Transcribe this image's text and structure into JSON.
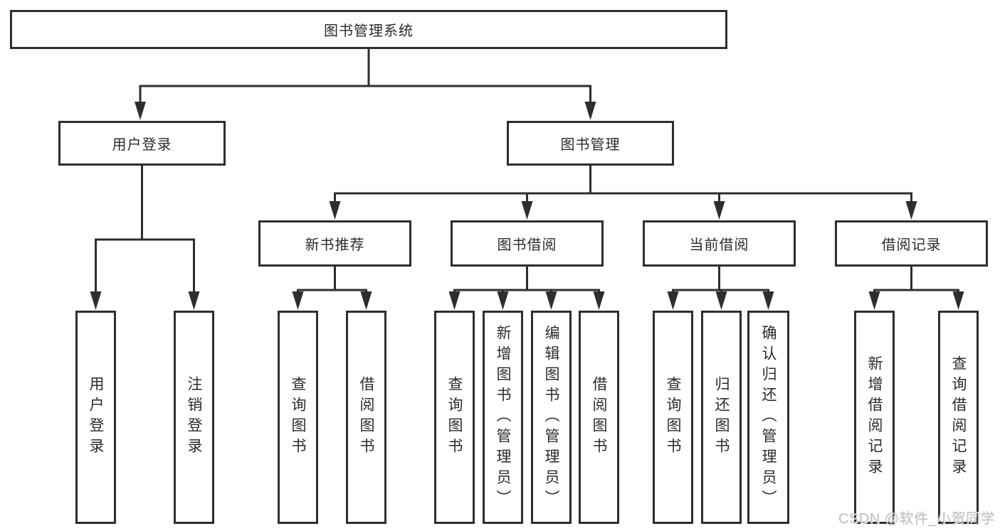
{
  "title": {
    "label": "图书管理系统"
  },
  "level2": {
    "user_login": {
      "label": "用户登录"
    },
    "book_management": {
      "label": "图书管理"
    }
  },
  "level3": {
    "new_book_recommend": {
      "label": "新书推荐"
    },
    "book_borrow": {
      "label": "图书借阅"
    },
    "current_borrow": {
      "label": "当前借阅"
    },
    "borrow_record": {
      "label": "借阅记录"
    }
  },
  "leaves": {
    "user_login_children": [
      {
        "label": "用户登录"
      },
      {
        "label": "注销登录"
      }
    ],
    "new_book_children": [
      {
        "label": "查询图书"
      },
      {
        "label": "借阅图书"
      }
    ],
    "book_borrow_children": [
      {
        "label": "查询图书"
      },
      {
        "label": "新增图书（管理员）"
      },
      {
        "label": "编辑图书（管理员）"
      },
      {
        "label": "借阅图书"
      }
    ],
    "current_borrow_children": [
      {
        "label": "查询图书"
      },
      {
        "label": "归还图书"
      },
      {
        "label": "确认归还（管理员）"
      }
    ],
    "borrow_record_children": [
      {
        "label": "新增借阅记录"
      },
      {
        "label": "查询借阅记录"
      }
    ]
  },
  "watermark": {
    "text": "CSDN @软件_小贺同学"
  },
  "colors": {
    "line": "#2e2e2e",
    "text": "#2b2b2b",
    "watermark": "#c2c2c2",
    "background": "#ffffff"
  }
}
